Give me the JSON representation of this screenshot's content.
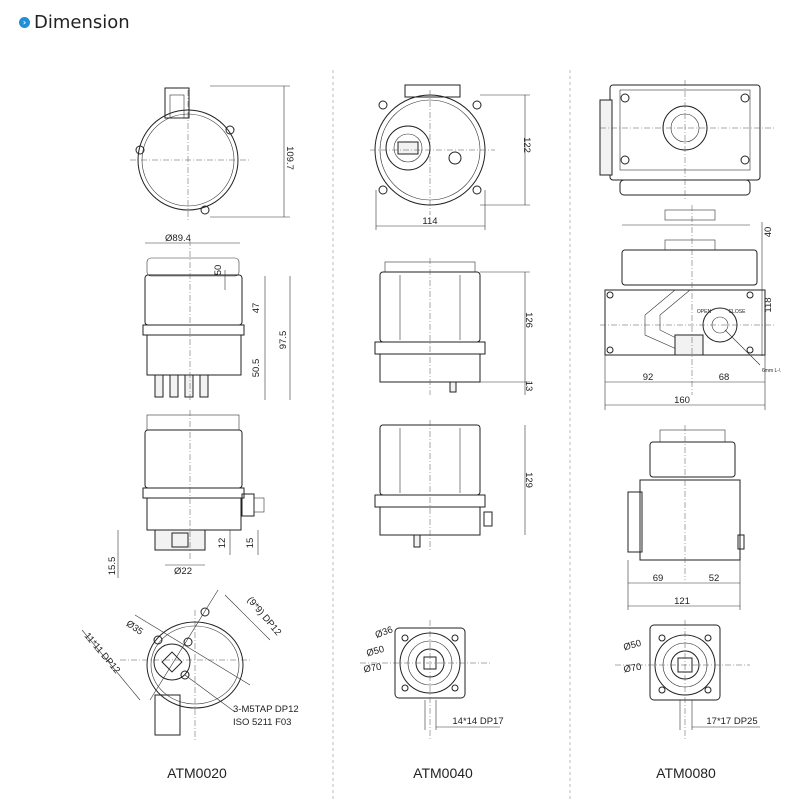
{
  "header": {
    "title": "Dimension",
    "icon": "chevron-right-circle-icon",
    "accent": "#1f8fd6"
  },
  "models": [
    {
      "name": "ATM0020",
      "dims": {
        "top_height": "109.7",
        "diameter": "Ø89.4",
        "d50": "50",
        "d47": "47",
        "d97_5": "97.5",
        "d50_5": "50.5",
        "d15_5": "15.5",
        "d12": "12",
        "d15": "15",
        "d22": "Ø22",
        "d35": "Ø35",
        "square": "11*11 DP12",
        "square2": "(9*9) DP12",
        "tap": "3-M5TAP DP12",
        "iso": "ISO 5211 F03"
      }
    },
    {
      "name": "ATM0040",
      "dims": {
        "d122": "122",
        "d114": "114",
        "d126": "126",
        "d13": "13",
        "d129": "129",
        "d36": "Ø36",
        "d50": "Ø50",
        "d70": "Ø70",
        "square": "14*14 DP17"
      }
    },
    {
      "name": "ATM0080",
      "dims": {
        "d40": "40",
        "d118": "118",
        "d92": "92",
        "d68": "68",
        "d160": "160",
        "open": "OPEN",
        "close": "CLOSE",
        "hex": "6mm L-\\",
        "d69": "69",
        "d52": "52",
        "d121": "121",
        "d50": "Ø50",
        "d70": "Ø70",
        "square": "17*17 DP25"
      }
    }
  ]
}
